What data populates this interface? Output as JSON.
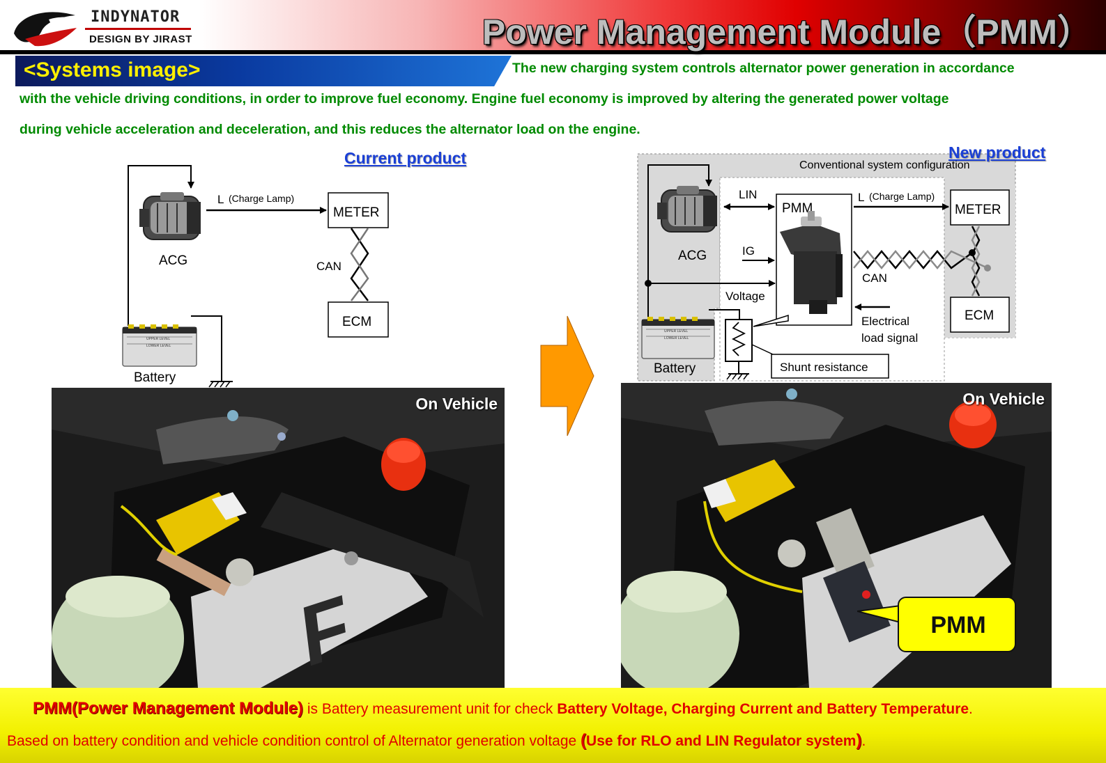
{
  "header": {
    "logo_name": "INDYNATOR",
    "logo_sub": "DESIGN BY JIRAST",
    "title": "Power Management Module（PMM）"
  },
  "section": {
    "label": "<Systems image>"
  },
  "intro": {
    "line1": "The new charging system controls alternator power generation in accordance",
    "line2": "with the vehicle driving conditions, in order to improve fuel economy. Engine fuel economy is improved by altering the generated power voltage",
    "line3": "during vehicle acceleration and deceleration, and this reduces the alternator load on the engine."
  },
  "current": {
    "label": "Current product",
    "acg": "ACG",
    "line_l": "L",
    "charge_lamp": "(Charge Lamp)",
    "meter": "METER",
    "can": "CAN",
    "ecm": "ECM",
    "battery": "Battery",
    "battery_upper": "UPPER LEVEL",
    "battery_lower": "LOWER LEVEL"
  },
  "new": {
    "label": "New product",
    "conventional": "Conventional system configuration",
    "acg": "ACG",
    "lin": "LIN",
    "ig": "IG",
    "voltage": "Voltage",
    "pmm": "PMM",
    "line_l": "L",
    "charge_lamp": "(Charge Lamp)",
    "meter": "METER",
    "can": "CAN",
    "ecm": "ECM",
    "elec_1": "Electrical",
    "elec_2": "load signal",
    "shunt": "Shunt resistance",
    "battery": "Battery",
    "battery_upper": "UPPER LEVEL",
    "battery_lower": "LOWER LEVEL"
  },
  "photos": {
    "left_caption": "On Vehicle",
    "right_caption": "On Vehicle",
    "pmm_callout": "PMM"
  },
  "footer": {
    "l1_abbr": "PMM",
    "l1_paren_open": "(",
    "l1_full": "Power Management Module",
    "l1_paren_close": ")",
    "l1_mid": " is Battery measurement unit for check ",
    "l1_bold": "Battery Voltage, Charging Current and Battery Temperature",
    "l1_end": ".",
    "l2_start": "Based on battery condition and vehicle condition control of Alternator generation voltage ",
    "l2_paren_open": "(",
    "l2_bold": "Use for RLO and LIN Regulator system",
    "l2_paren_close": ")",
    "l2_end": "."
  },
  "colors": {
    "title_silver": "#bdbdbd",
    "banner_blue": "#0a3aa0",
    "banner_text": "#fff000",
    "intro_green": "#008a00",
    "link_blue": "#1a3fd6",
    "arrow_orange": "#ff9900",
    "footer_yellow": "#f2f000",
    "footer_red": "#e00000"
  }
}
